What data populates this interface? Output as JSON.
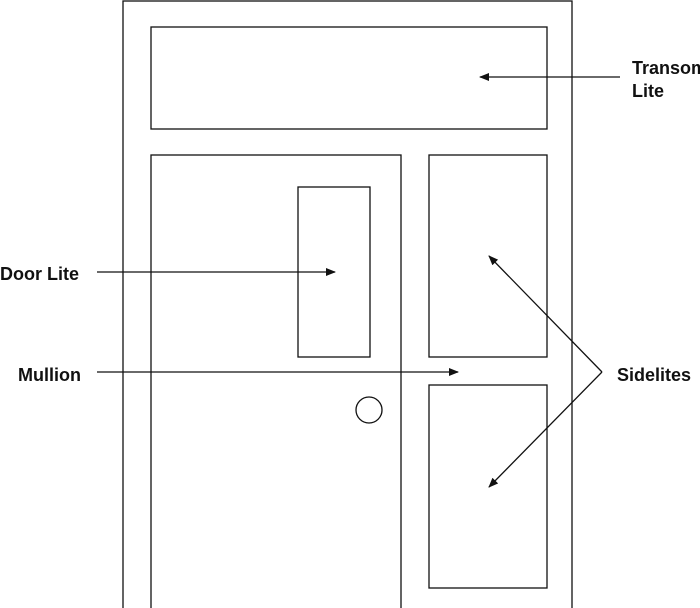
{
  "labels": {
    "transom_line1": "Transom",
    "transom_line2": "Lite",
    "door_lite": "Door Lite",
    "mullion": "Mullion",
    "sidelites": "Sidelites"
  },
  "colors": {
    "stroke": "#111111",
    "background": "#ffffff"
  }
}
